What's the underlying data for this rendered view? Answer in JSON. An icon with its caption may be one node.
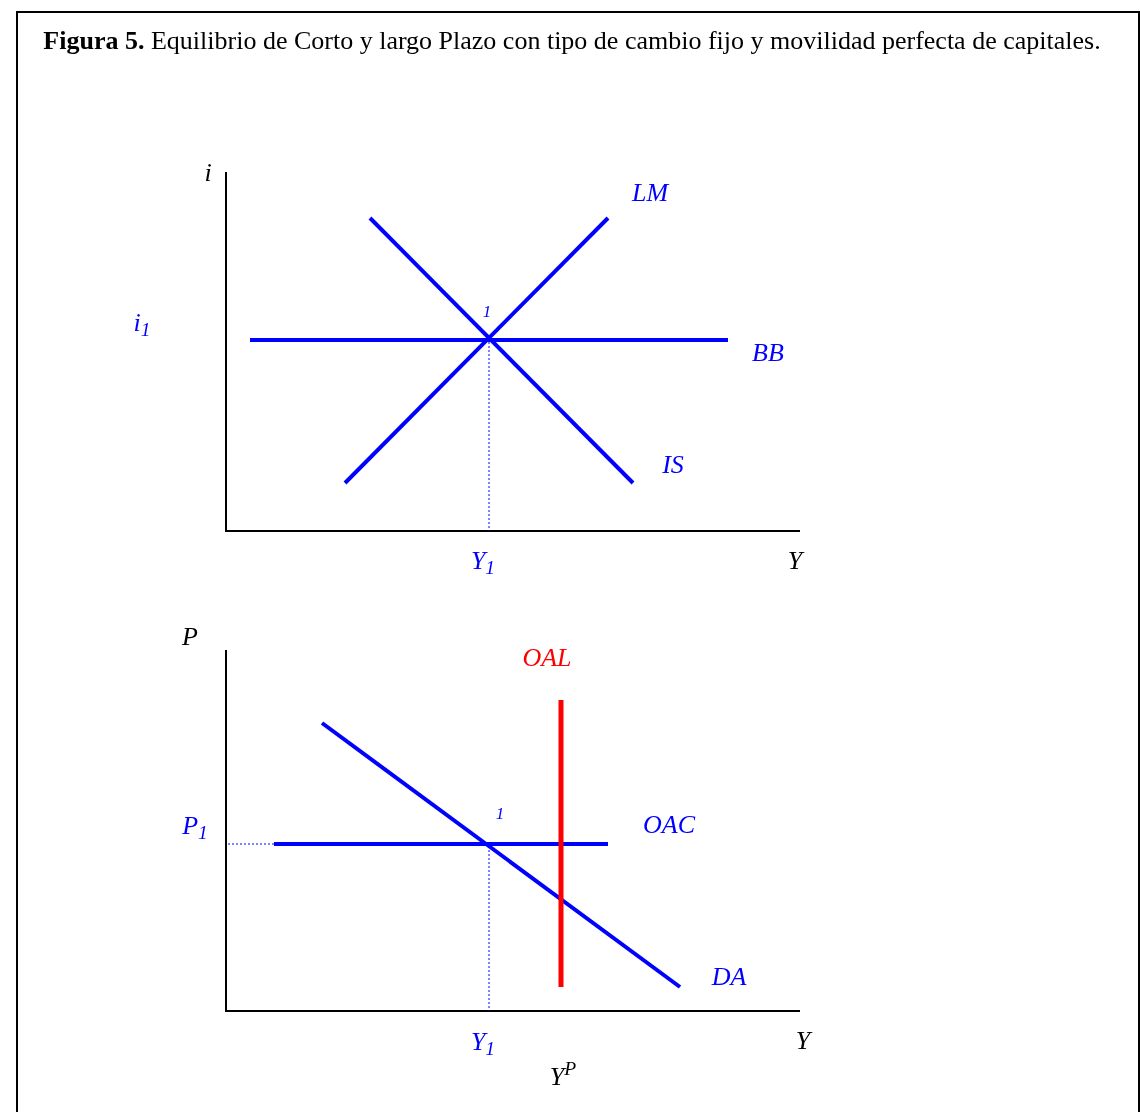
{
  "diagram": {
    "title": "**Figura  5.** Equilibrio de Corto y largo Plazo con tipo de cambio fijo y movilidad perfecta de capitales.",
    "labels": [
      "i",
      "LM",
      "1",
      "i$_{1}$",
      "BB",
      "IS",
      "Y$_{1}$",
      "Y",
      "P",
      "OAL",
      "1",
      "P$_{1}$",
      "OAC",
      "DA",
      "Y$_{1}$",
      "Y",
      "Y$^{P}$"
    ]
  }
}
